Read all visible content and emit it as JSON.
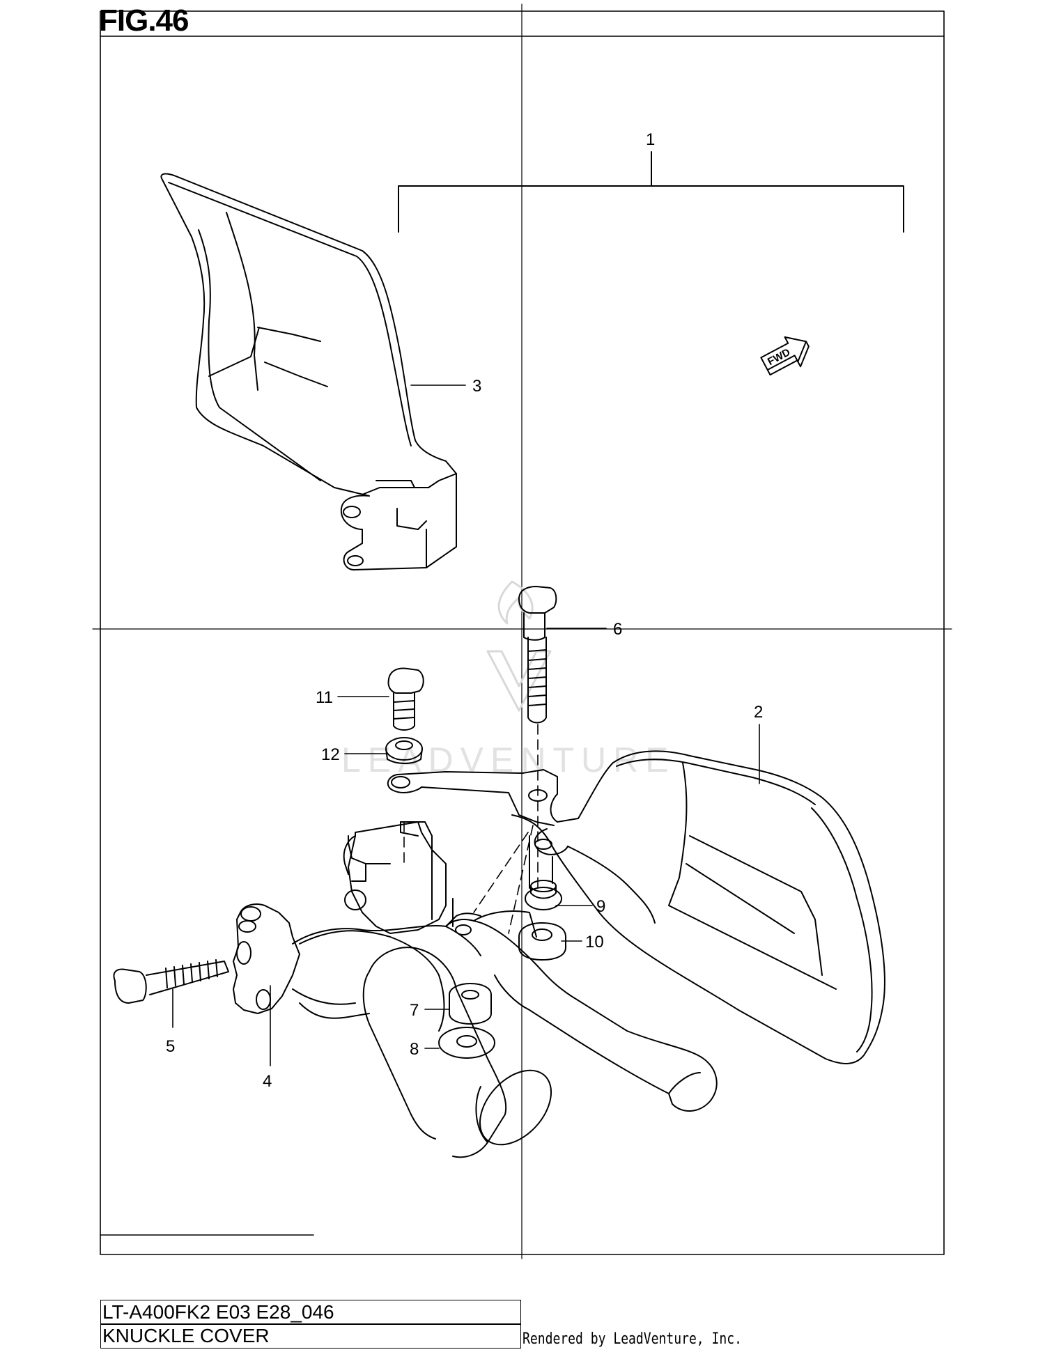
{
  "figure": {
    "title": "FIG.46"
  },
  "callouts": [
    {
      "id": "1",
      "label": "1"
    },
    {
      "id": "2",
      "label": "2"
    },
    {
      "id": "3",
      "label": "3"
    },
    {
      "id": "4",
      "label": "4"
    },
    {
      "id": "5",
      "label": "5"
    },
    {
      "id": "6",
      "label": "6"
    },
    {
      "id": "7",
      "label": "7"
    },
    {
      "id": "8",
      "label": "8"
    },
    {
      "id": "9",
      "label": "9"
    },
    {
      "id": "10",
      "label": "10"
    },
    {
      "id": "11",
      "label": "11"
    },
    {
      "id": "12",
      "label": "12"
    }
  ],
  "direction_marker": {
    "label": "FWD",
    "icon": "fwd-arrow-icon"
  },
  "watermark": {
    "text": "LEADVENTURE",
    "icon": "leadventure-logo-icon"
  },
  "footer": {
    "model_code": "LT-A400FK2 E03 E28_046",
    "section_name": "KNUCKLE COVER",
    "rendered_by": "Rendered by LeadVenture, Inc."
  }
}
